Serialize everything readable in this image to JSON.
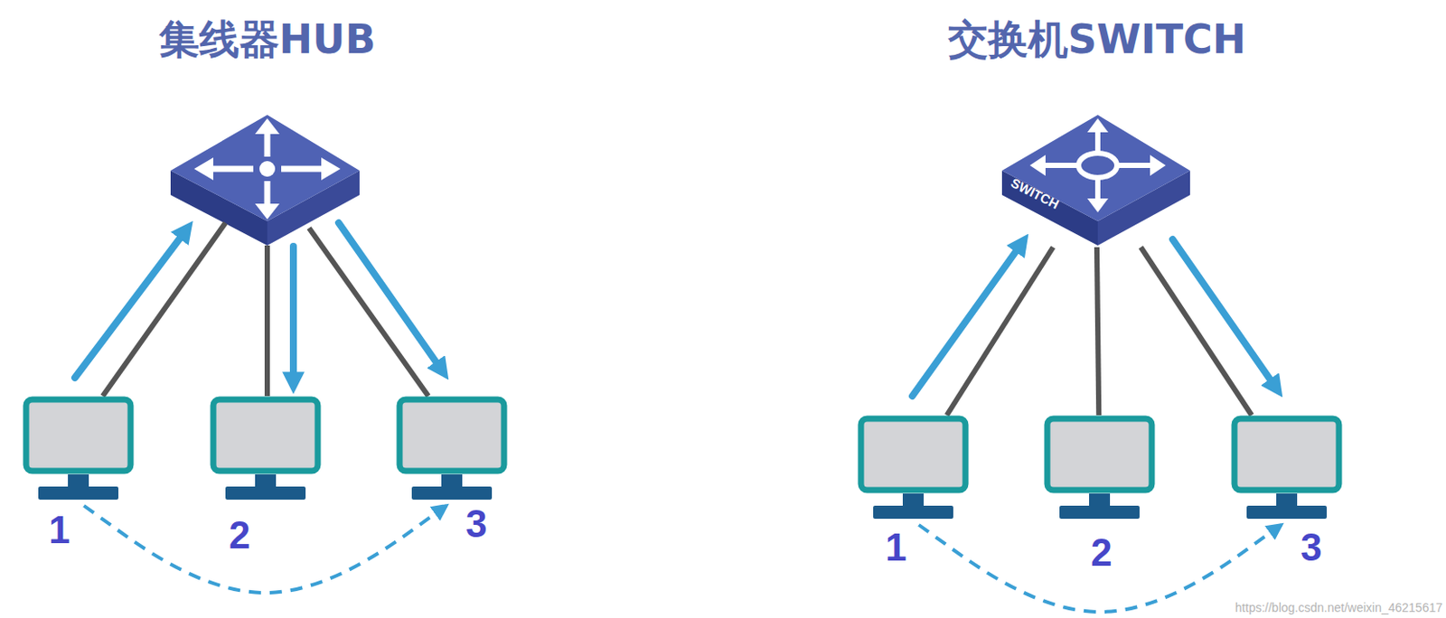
{
  "diagram": {
    "nodes": [
      {
        "text": [
          "1"
        ]
      },
      {
        "text": [
          "2"
        ]
      },
      {
        "text": [
          "3"
        ]
      },
      {
        "text": [
          "SWITCH"
        ]
      },
      {
        "text": [
          "1"
        ]
      },
      {
        "text": [
          "2"
        ]
      },
      {
        "text": [
          "3"
        ]
      }
    ],
    "edges": [
      {
        "from": 0,
        "to": 2,
        "arrow": "to"
      },
      {
        "from": 3,
        "to": 4,
        "arrow": "none"
      },
      {
        "from": 3,
        "to": 5,
        "arrow": "none"
      },
      {
        "from": 3,
        "to": 6,
        "arrow": "none"
      },
      {
        "from": 4,
        "to": 6,
        "arrow": "to"
      }
    ],
    "labels": [
      "集线器HUB",
      "交换机SWITCH",
      "https://blog.csdn.net/weixin_46215617"
    ]
  }
}
